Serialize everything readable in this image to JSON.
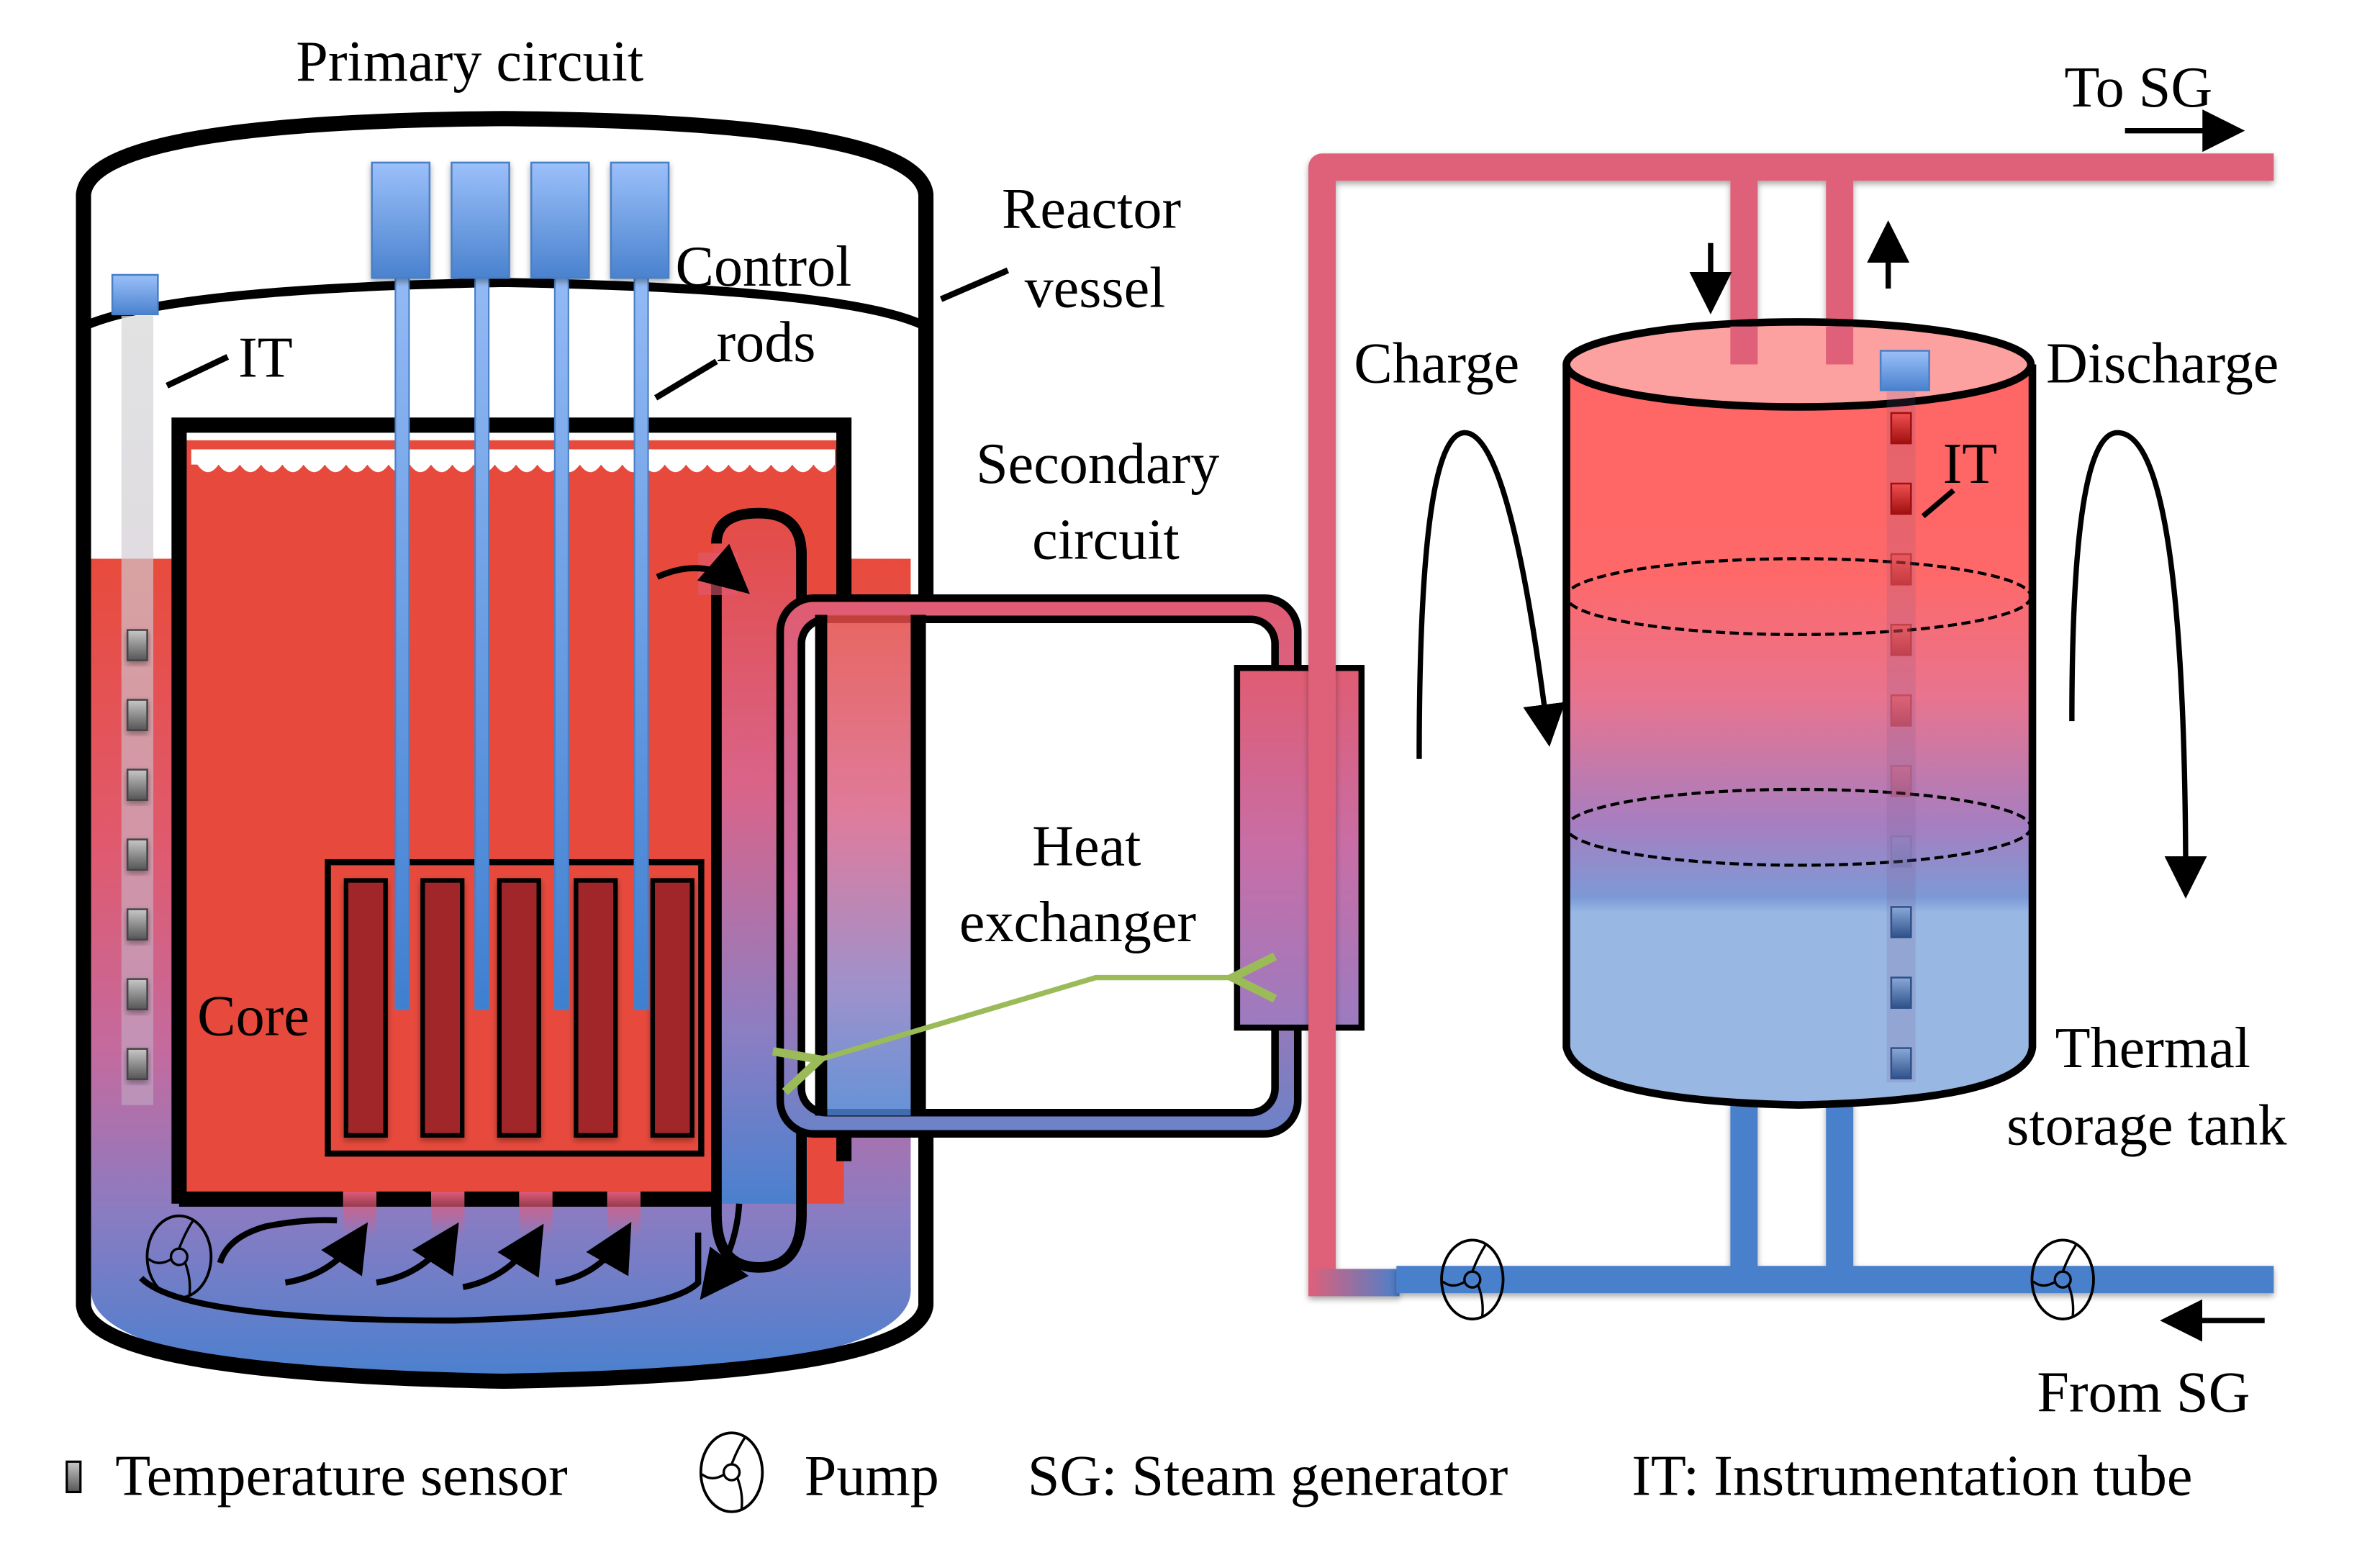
{
  "labels": {
    "primary_circuit": "Primary circuit",
    "reactor_vessel": [
      "Reactor",
      "vessel"
    ],
    "control_rods": [
      "Control",
      "rods"
    ],
    "it_reactor": "IT",
    "core": "Core",
    "secondary_circuit": [
      "Secondary",
      "circuit"
    ],
    "heat_exchanger": [
      "Heat",
      "exchanger"
    ],
    "charge": "Charge",
    "discharge": "Discharge",
    "it_tank": "IT",
    "thermal_storage_tank": [
      "Thermal",
      "storage tank"
    ],
    "to_sg": "To SG",
    "from_sg": "From SG"
  },
  "legend": {
    "temperature_sensor": "Temperature sensor",
    "pump": "Pump",
    "sg": "SG: Steam generator",
    "it": "IT: Instrumentation tube"
  },
  "colors": {
    "hot": "#E74C3C",
    "hot_pipe": "#DF6079",
    "cold_pipe": "#4A80CC",
    "fuel": "#A0262C",
    "control_rod": "#8DB4F0",
    "tank_hot": "#FF6565",
    "tank_cold": "#99B7E3",
    "heat_exchanger_arrow": "#9BBB59"
  },
  "components": {
    "control_rod_count": 4,
    "fuel_assembly_count": 5,
    "reactor_sensor_count": 7,
    "tank_sensor_count": 10,
    "pump_count": 3
  }
}
